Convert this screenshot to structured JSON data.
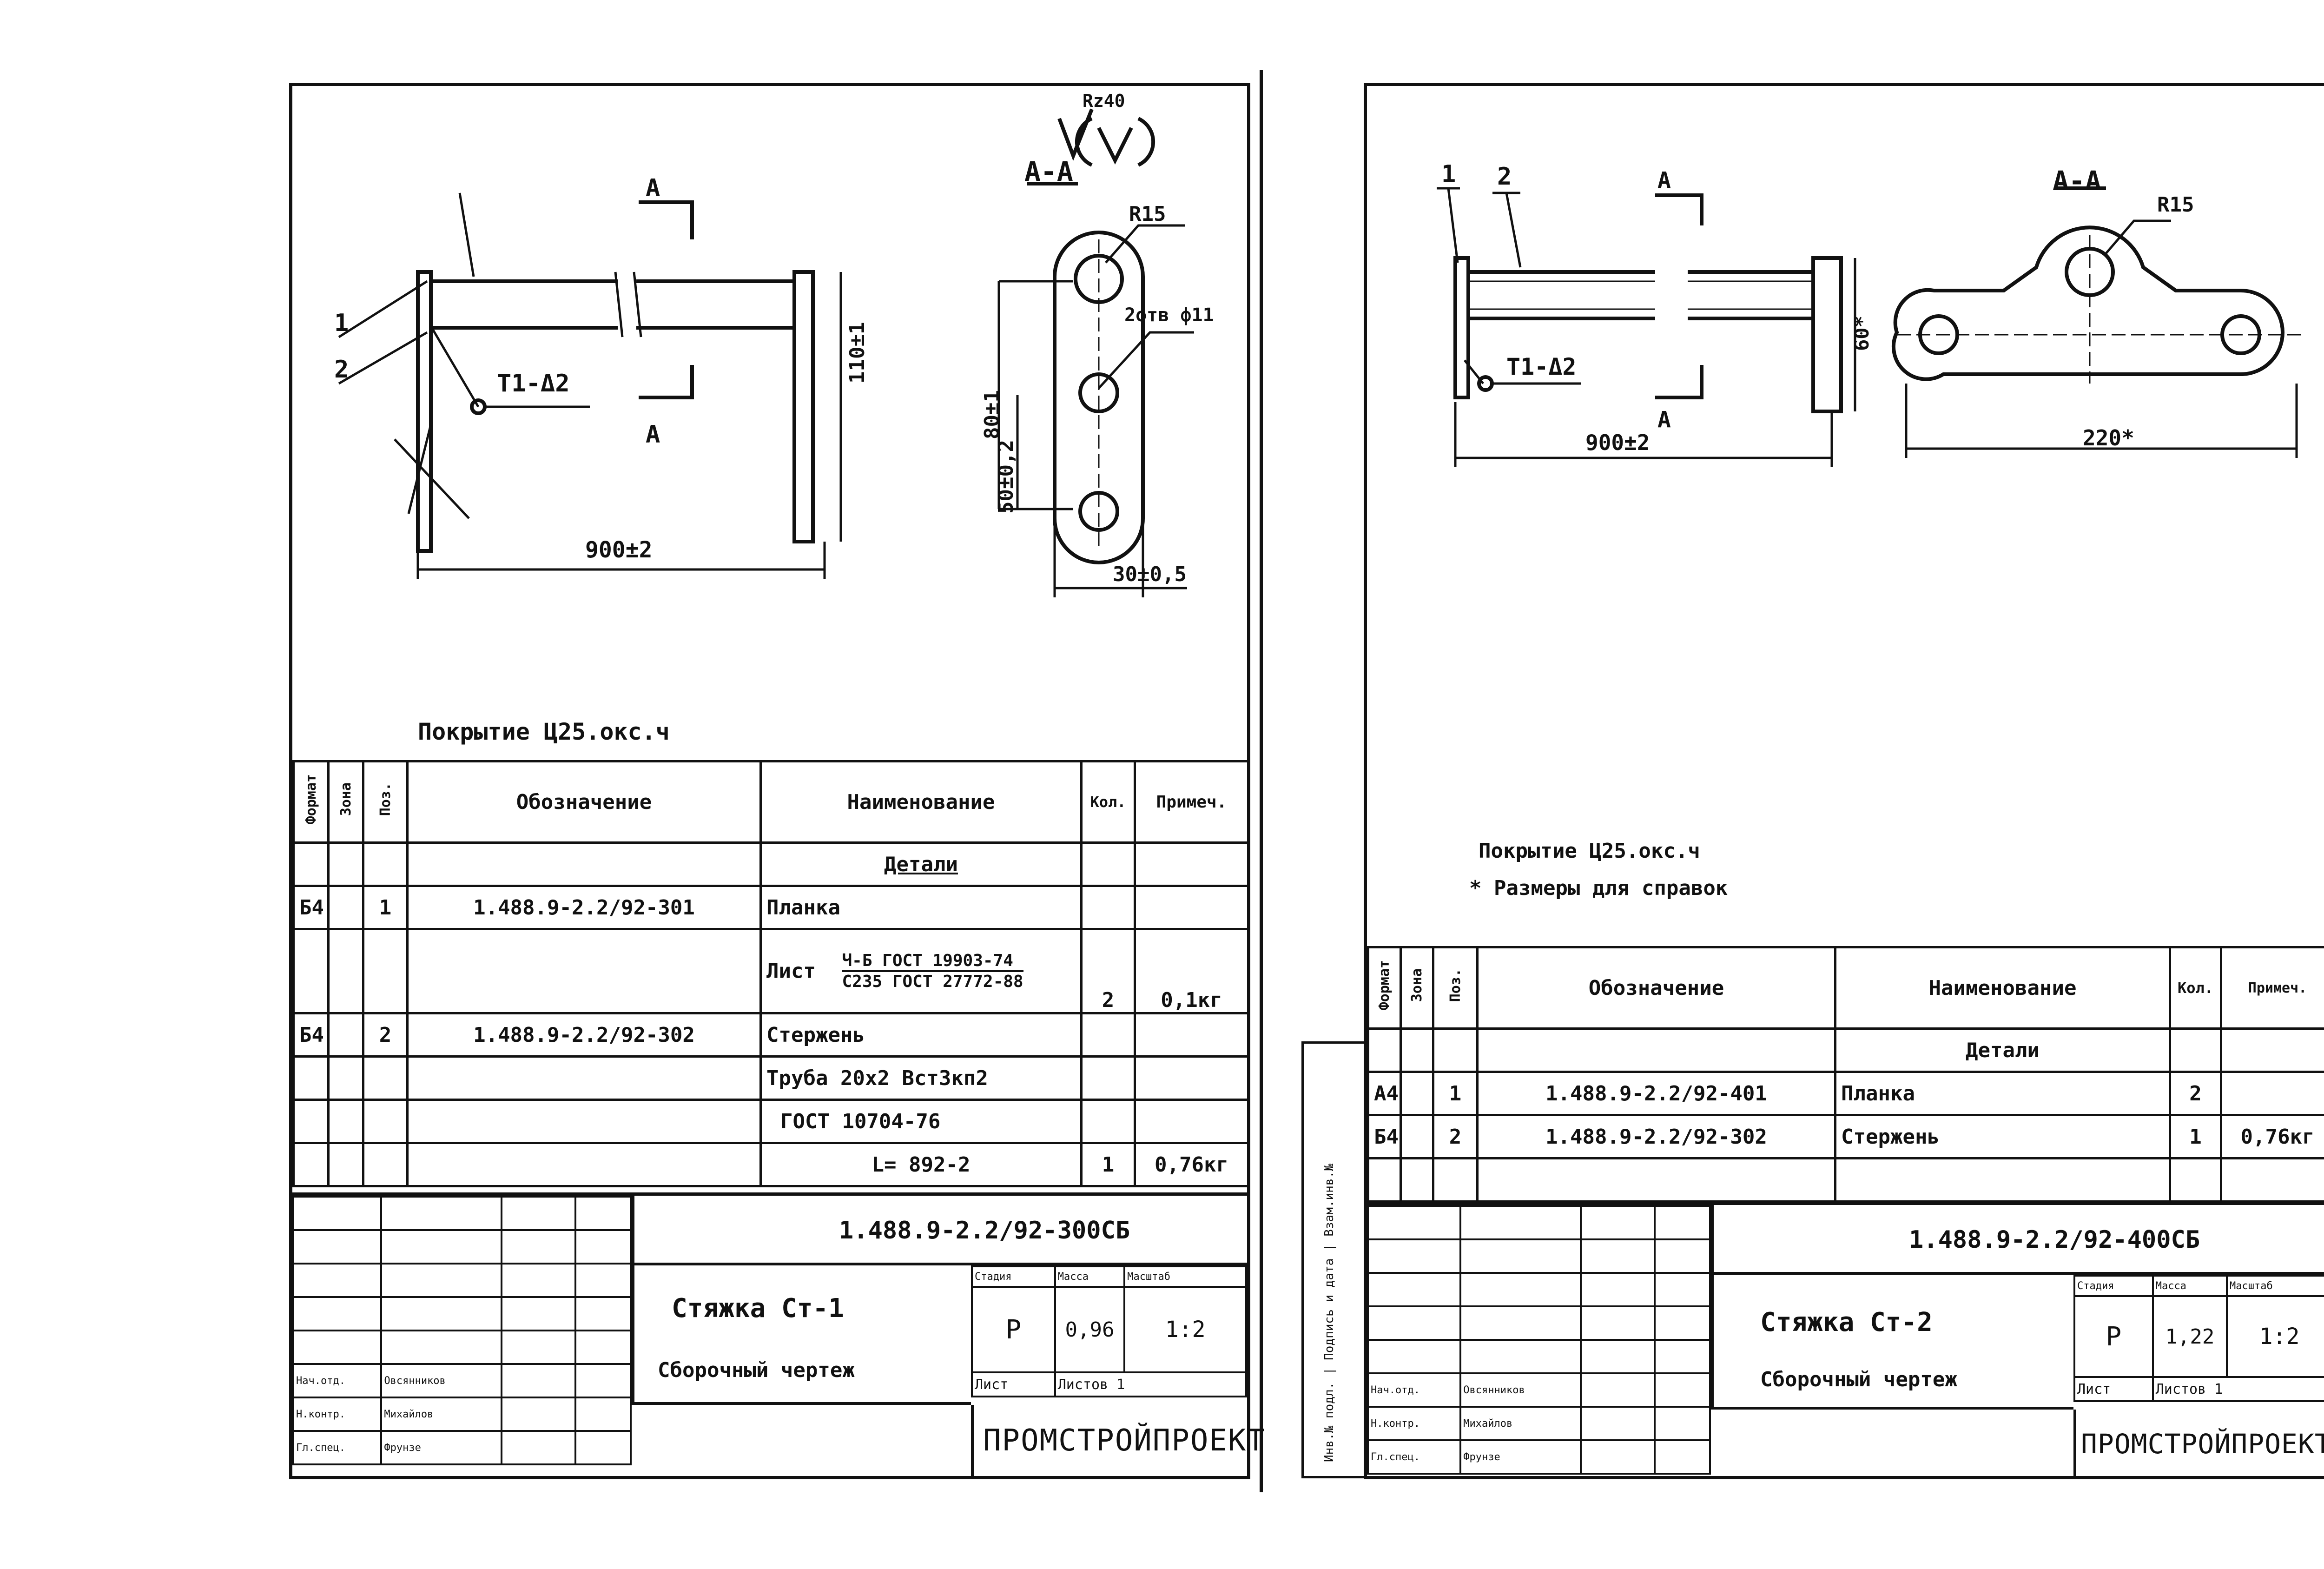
{
  "left": {
    "roughness_mark": "Rz40",
    "section_title": "А-А",
    "section_marker": "А",
    "leader_1": "1",
    "leader_2": "2",
    "weld": "Т1-Δ2",
    "dim_length": "900±2",
    "dim_height": "110±1",
    "dim_80": "80±1",
    "dim_50": "50±0,2",
    "dim_30": "30±0,5",
    "radius": "R15",
    "holes": "2отв ф11",
    "coating": "Покрытие Ц25.окс.ч",
    "spec": {
      "headers": [
        "Формат",
        "Зона",
        "Поз.",
        "Обозначение",
        "Наименование",
        "Кол.",
        "Примеч."
      ],
      "group": "Детали",
      "rows": [
        [
          "Б4",
          "",
          "1",
          "1.488.9-2.2/92-301",
          "Планка",
          "",
          ""
        ],
        [
          "",
          "",
          "",
          "",
          "Лист",
          "",
          ""
        ],
        [
          "",
          "",
          "",
          "",
          "",
          "2",
          "0,1кг"
        ],
        [
          "Б4",
          "",
          "2",
          "1.488.9-2.2/92-302",
          "Стержень",
          "",
          ""
        ],
        [
          "",
          "",
          "",
          "",
          "Труба 20х2 Вст3кп2",
          "",
          ""
        ],
        [
          "",
          "",
          "",
          "",
          "ГОСТ 10704-76",
          "",
          ""
        ],
        [
          "",
          "",
          "",
          "",
          "L= 892-2",
          "1",
          "0,76кг"
        ]
      ],
      "sheet_fraction_top": "Ч-Б ГОСТ 19903-74",
      "sheet_fraction_bottom": "С235 ГОСТ 27772-88"
    },
    "stamp": {
      "designation": "1.488.9-2.2/92-300СБ",
      "title": "Стяжка Ст-1",
      "subtitle": "Сборочный чертеж",
      "stage_label": "Стадия",
      "mass_label": "Масса",
      "scale_label": "Масштаб",
      "stage": "Р",
      "mass": "0,96",
      "scale": "1:2",
      "sheet_label": "Лист",
      "sheets_label": "Листов 1",
      "org": "ПРОМСТРОЙПРОЕКТ",
      "roles": [
        "Нач.отд.",
        "Н.контр.",
        "Гл.спец."
      ],
      "names": [
        "Овсянников",
        "Михайлов",
        "Фрунзе"
      ]
    }
  },
  "right": {
    "section_title": "А-А",
    "section_marker": "А",
    "leader_1": "1",
    "leader_2": "2",
    "weld": "Т1-Δ2",
    "dim_length": "900±2",
    "dim_60": "60*",
    "dim_220": "220*",
    "radius": "R15",
    "coating": "Покрытие Ц25.окс.ч",
    "note": "* Размеры для справок",
    "side_strip": "Инв.№ подл. | Подпись и дата | Взам.инв.№",
    "spec": {
      "headers": [
        "Формат",
        "Зона",
        "Поз.",
        "Обозначение",
        "Наименование",
        "Кол.",
        "Примеч."
      ],
      "group": "Детали",
      "rows": [
        [
          "А4",
          "",
          "1",
          "1.488.9-2.2/92-401",
          "Планка",
          "2",
          ""
        ],
        [
          "Б4",
          "",
          "2",
          "1.488.9-2.2/92-302",
          "Стержень",
          "1",
          "0,76кг"
        ],
        [
          "",
          "",
          "",
          "",
          "",
          "",
          ""
        ]
      ]
    },
    "stamp": {
      "designation": "1.488.9-2.2/92-400СБ",
      "title": "Стяжка Ст-2",
      "subtitle": "Сборочный чертеж",
      "stage_label": "Стадия",
      "mass_label": "Масса",
      "scale_label": "Масштаб",
      "stage": "Р",
      "mass": "1,22",
      "scale": "1:2",
      "sheet_label": "Лист",
      "sheets_label": "Листов 1",
      "org": "ПРОМСТРОЙПРОЕКТ",
      "roles": [
        "Нач.отд.",
        "Н.контр.",
        "Гл.спец."
      ],
      "names": [
        "Овсянников",
        "Михайлов",
        "Фрунзе"
      ]
    }
  }
}
